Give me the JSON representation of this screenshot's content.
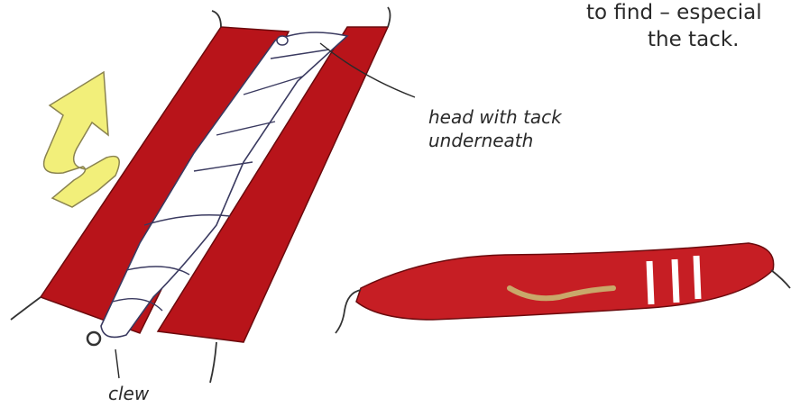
{
  "caption": {
    "line1": "to find – especial",
    "line2": "the tack."
  },
  "labels": {
    "head_line1": "head with tack",
    "head_line2": "underneath",
    "clew": "clew"
  },
  "colors": {
    "bag_red": "#b8141a",
    "sail_white": "#ffffff",
    "arrow_yellow": "#f2ef7a",
    "ink": "#2a2a2a"
  },
  "icons": {
    "arrow": "folding-arrow-icon"
  }
}
